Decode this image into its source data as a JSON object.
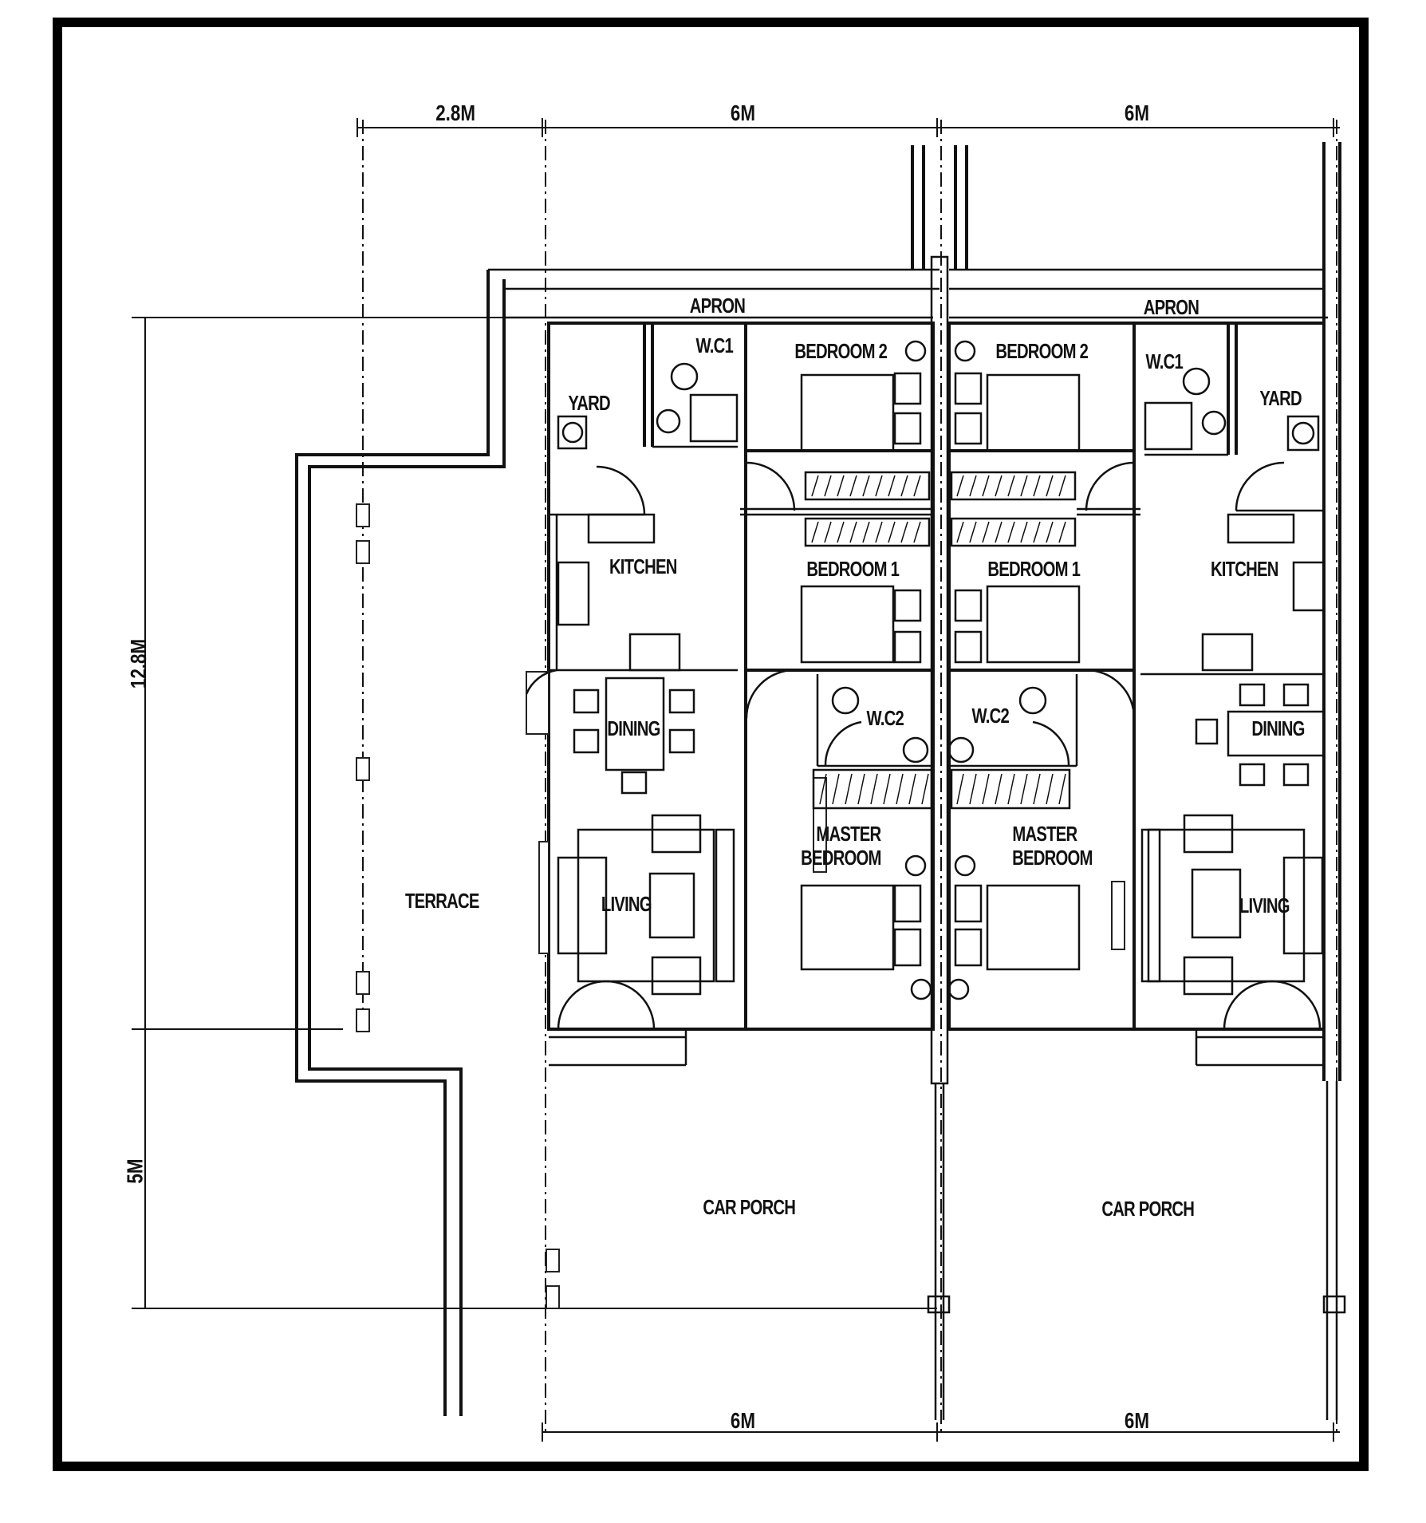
{
  "dimensions": {
    "top_left": "2.8M",
    "top_mid": "6M",
    "top_right": "6M",
    "left_upper": "12.8M",
    "left_lower": "5M",
    "bottom_mid": "6M",
    "bottom_right": "6M"
  },
  "left_unit": {
    "apron": "APRON",
    "wc1": "W.C1",
    "yard": "YARD",
    "bedroom2": "BEDROOM 2",
    "kitchen": "KITCHEN",
    "bedroom1": "BEDROOM 1",
    "dining": "DINING",
    "wc2": "W.C2",
    "master_line1": "MASTER",
    "master_line2": "BEDROOM",
    "living": "LIVING",
    "terrace": "TERRACE",
    "car_porch": "CAR PORCH"
  },
  "right_unit": {
    "apron": "APRON",
    "wc1": "W.C1",
    "yard": "YARD",
    "bedroom2": "BEDROOM 2",
    "kitchen": "KITCHEN",
    "bedroom1": "BEDROOM 1",
    "dining": "DINING",
    "wc2": "W.C2",
    "master_line1": "MASTER",
    "master_line2": "BEDROOM",
    "living": "LIVING",
    "car_porch": "CAR PORCH"
  }
}
